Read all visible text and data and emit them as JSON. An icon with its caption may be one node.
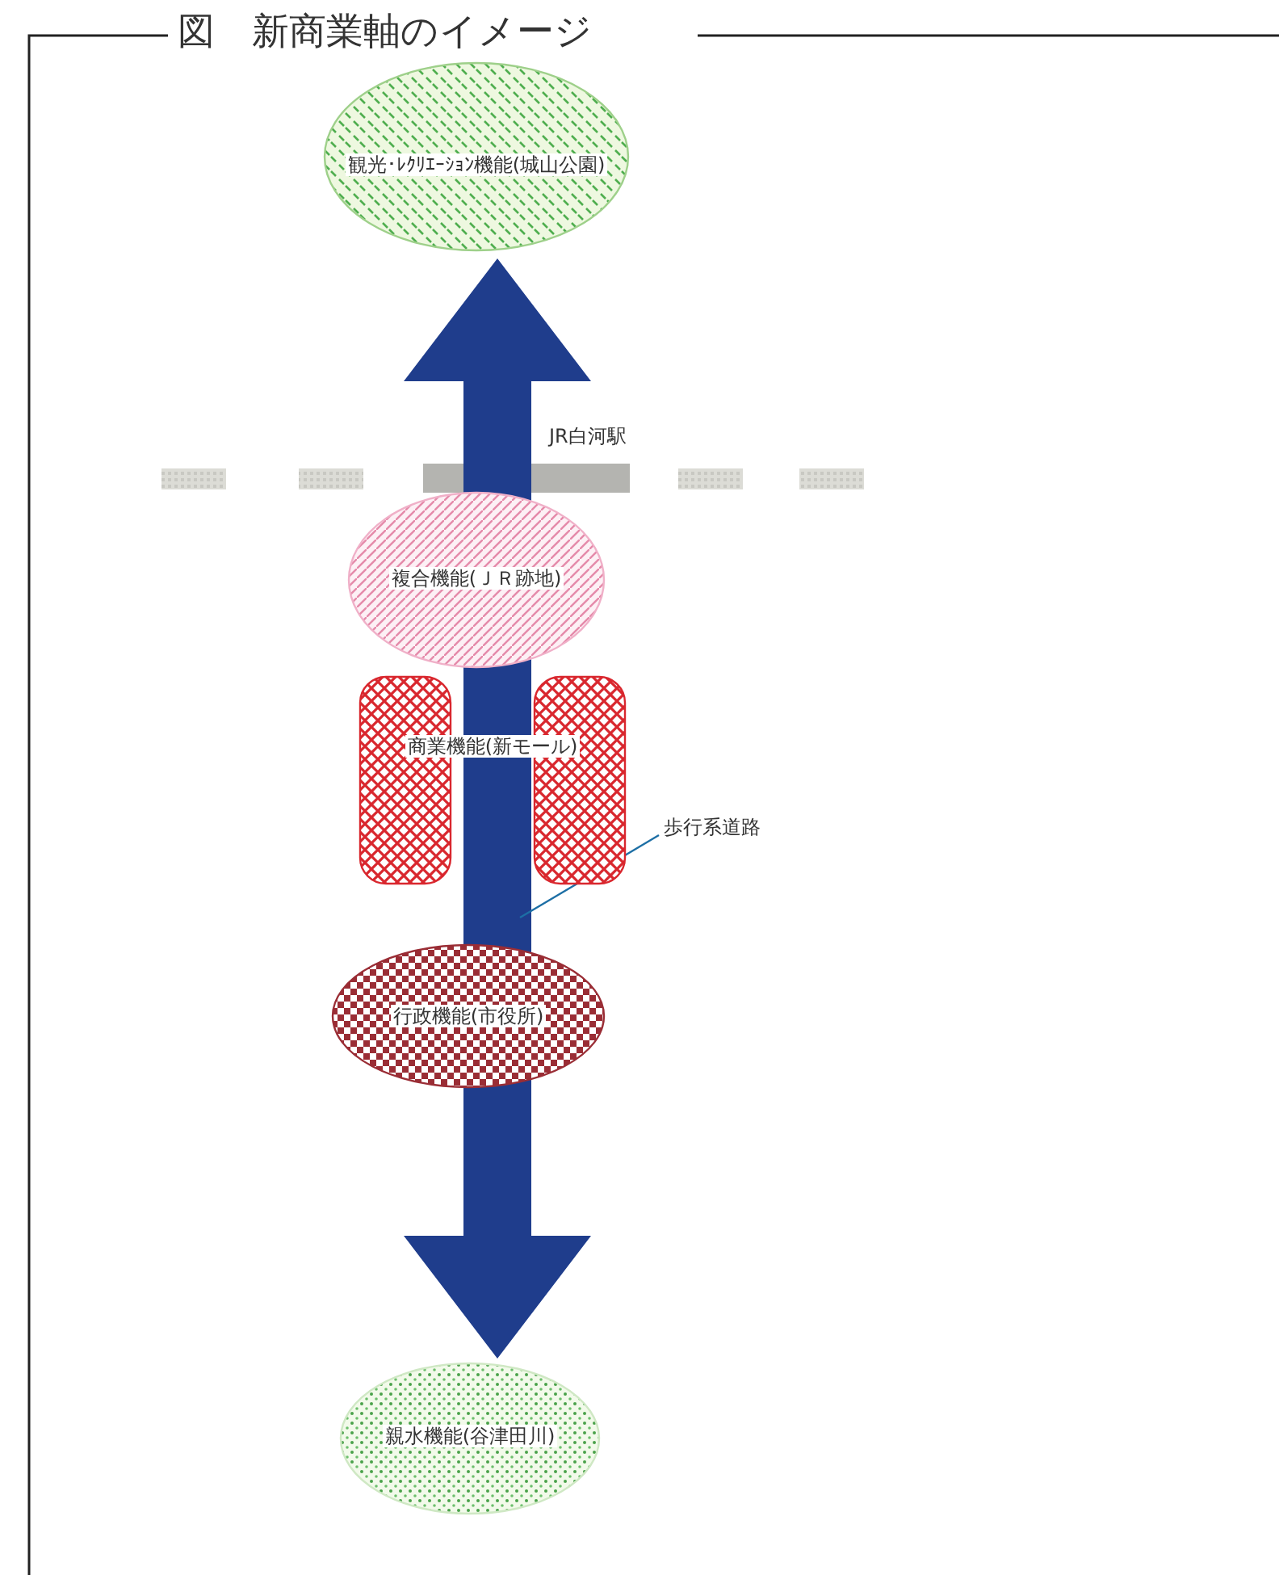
{
  "diagram": {
    "title": "図　新商業軸のイメージ",
    "nodes": [
      {
        "text": [
          "観光･ﾚｸﾘｴｰｼｮﾝ機能(城山公園)"
        ]
      },
      {
        "text": [
          "複合機能(ＪＲ跡地)"
        ]
      },
      {
        "text": [
          "商業機能(新モール)"
        ]
      },
      {
        "text": [
          "行政機能(市役所)"
        ]
      },
      {
        "text": [
          "親水機能(谷津田川)"
        ]
      },
      {
        "text": [
          "歩行系道路"
        ]
      }
    ],
    "edges": [
      {
        "from": 0,
        "to": 4,
        "arrow": "both",
        "style": "thick",
        "color": "#1f3d8c"
      },
      {
        "from": 5,
        "to": null,
        "arrow": "none"
      }
    ],
    "labels": [
      "JR白河駅"
    ]
  }
}
